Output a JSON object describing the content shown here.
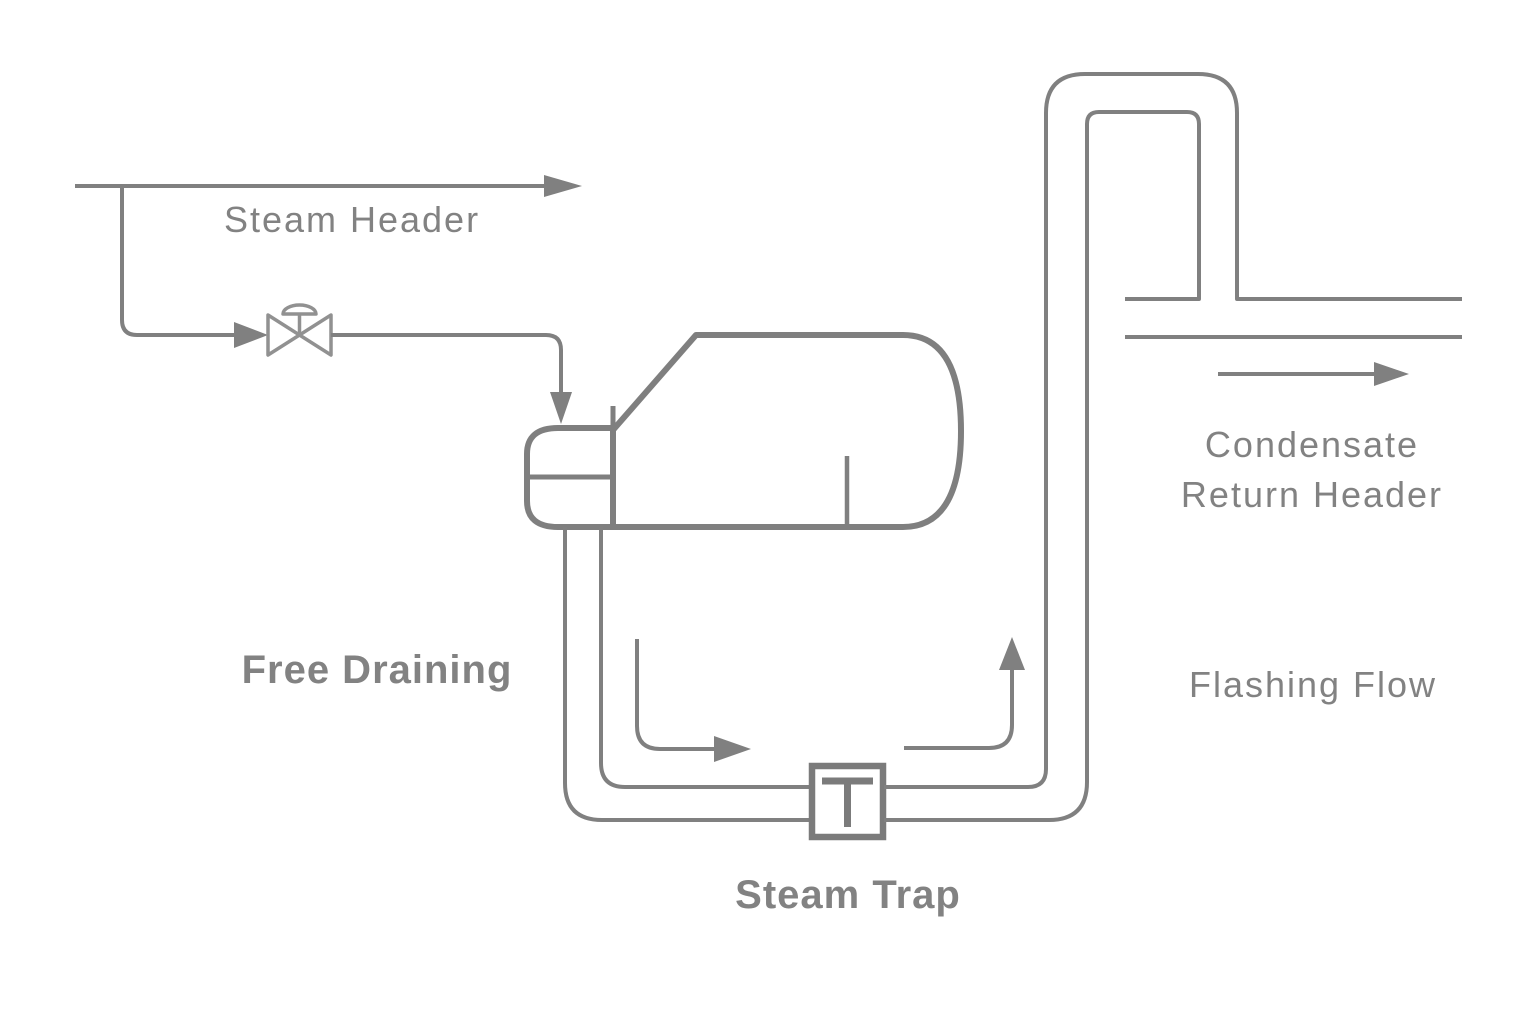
{
  "diagram": {
    "labels": {
      "steam_header": "Steam Header",
      "free_draining": "Free Draining",
      "steam_trap": "Steam Trap",
      "flashing_flow": "Flashing Flow",
      "condensate_return_line1": "Condensate",
      "condensate_return_line2": "Return Header"
    },
    "trap_symbol": "T",
    "colors": {
      "line": "#808080",
      "valve_outline": "#919191",
      "vessel_outline": "#7f7f7f",
      "shape_fill": "#ffffff",
      "text": "#828282",
      "background": "#ffffff"
    }
  }
}
